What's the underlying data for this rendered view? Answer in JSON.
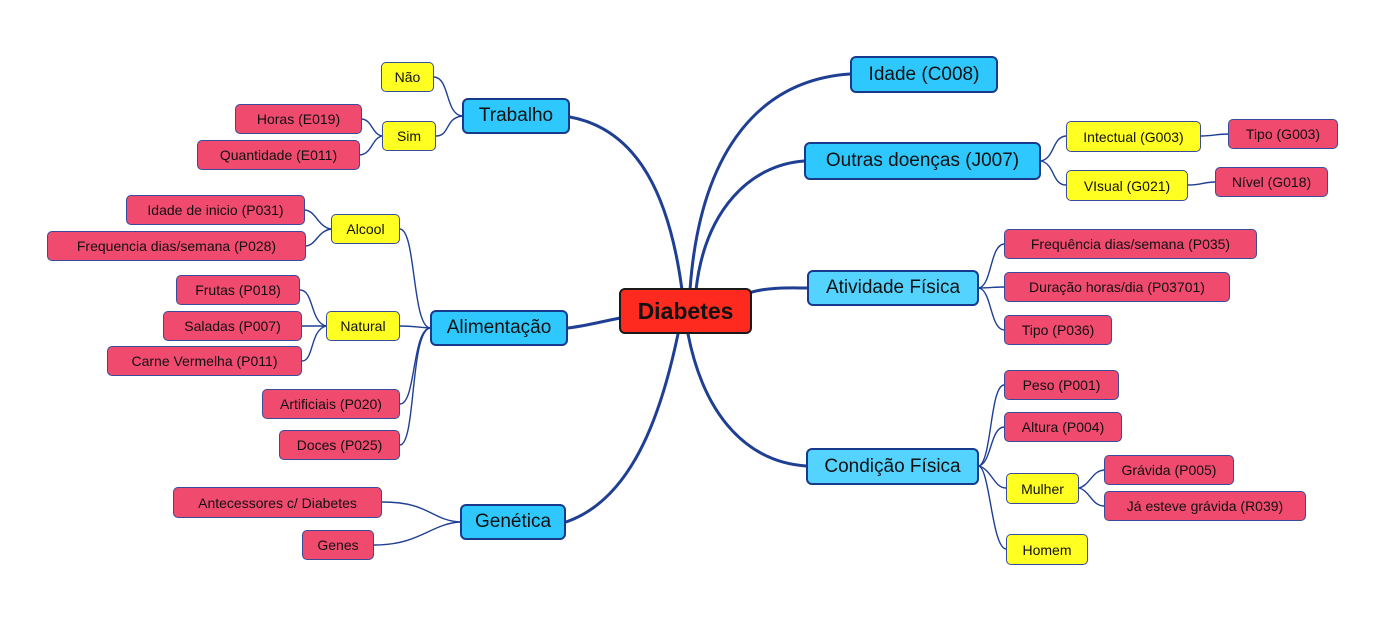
{
  "root": "Diabetes",
  "branches": {
    "trabalho": {
      "label": "Trabalho",
      "nao": "Não",
      "sim": "Sim",
      "horas": "Horas (E019)",
      "quantidade": "Quantidade (E011)"
    },
    "alimentacao": {
      "label": "Alimentação",
      "alcool": "Alcool",
      "idade_inicio": "Idade de inicio (P031)",
      "frequencia": "Frequencia dias/semana  (P028)",
      "natural": "Natural",
      "frutas": "Frutas (P018)",
      "saladas": "Saladas (P007)",
      "carne": "Carne Vermelha (P011)",
      "artificiais": "Artificiais (P020)",
      "doces": "Doces (P025)"
    },
    "genetica": {
      "label": "Genética",
      "antecessores": "Antecessores c/ Diabetes",
      "genes": "Genes"
    },
    "idade": {
      "label": "Idade (C008)"
    },
    "outras_doencas": {
      "label": "Outras doenças (J007)",
      "intectual": "Intectual (G003)",
      "tipo": "Tipo (G003)",
      "visual": "VIsual (G021)",
      "nivel": "Nível (G018)"
    },
    "atividade_fisica": {
      "label": "Atividade Física",
      "frequencia": "Frequência dias/semana (P035)",
      "duracao": "Duração horas/dia (P03701)",
      "tipo": "Tipo (P036)"
    },
    "condicao_fisica": {
      "label": "Condição Física",
      "peso": "Peso (P001)",
      "altura": "Altura (P004)",
      "mulher": "Mulher",
      "gravida": "Grávida (P005)",
      "ja_gravida": "Já esteve grávida (R039)",
      "homem": "Homem"
    }
  },
  "colors": {
    "root": "#ff2a1f",
    "branch": "#2ec8ff",
    "sub_branch": "#ffff22",
    "leaf": "#f04a6f",
    "main_line": "#1f3f94",
    "thin_line": "#1f3f94"
  }
}
